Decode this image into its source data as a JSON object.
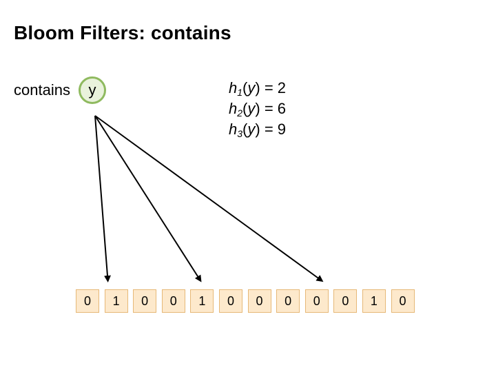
{
  "title": "Bloom Filters: contains",
  "operation_label": "contains",
  "element": "y",
  "hashes": [
    {
      "fn": "h",
      "index": "1",
      "arg": "y",
      "value": "2"
    },
    {
      "fn": "h",
      "index": "2",
      "arg": "y",
      "value": "6"
    },
    {
      "fn": "h",
      "index": "3",
      "arg": "y",
      "value": "9"
    }
  ],
  "bits": [
    "0",
    "1",
    "0",
    "0",
    "1",
    "0",
    "0",
    "0",
    "0",
    "0",
    "1",
    "0"
  ],
  "arrow_targets": [
    1,
    4,
    8
  ],
  "colors": {
    "node_fill": "#e9f2dc",
    "node_border": "#8fba5f",
    "cell_fill": "#fde9cc",
    "cell_border": "#e6b877"
  }
}
